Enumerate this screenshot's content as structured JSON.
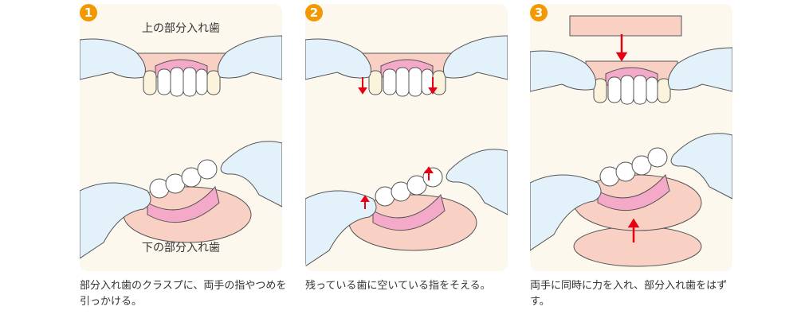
{
  "steps": [
    {
      "number": "1",
      "upper_label": "上の部分入れ歯",
      "lower_label": "下の部分入れ歯",
      "caption": "部分入れ歯のクラスプに、両手の指やつめを引っかける。"
    },
    {
      "number": "2",
      "caption": "残っている歯に空いている指をそえる。"
    },
    {
      "number": "3",
      "caption": "両手に同時に力を入れ、部分入れ歯をはずす。"
    }
  ],
  "colors": {
    "badge": "#f39800",
    "panel": "#fcf8ee",
    "glove": "#e3f1fb",
    "gum": "#f4a9c8",
    "tissue": "#f9d0c4",
    "arrow": "#e60012"
  }
}
